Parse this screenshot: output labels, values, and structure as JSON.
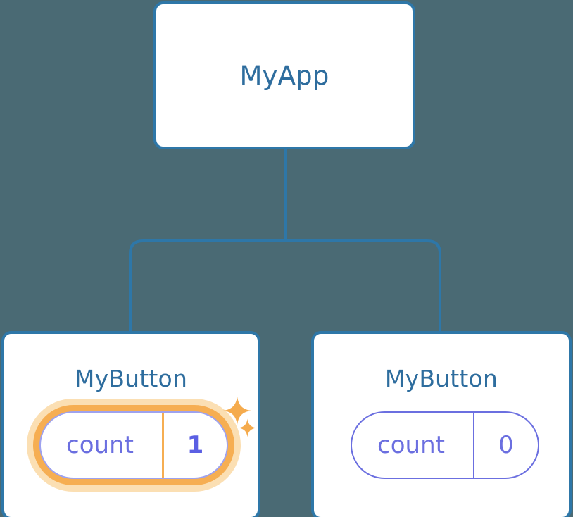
{
  "diagram": {
    "type": "component-tree",
    "background_color": "#4a6a74",
    "root": {
      "name": "root-node",
      "title": "MyApp"
    },
    "children": [
      {
        "name": "child-node-left",
        "title": "MyButton",
        "prop": {
          "key": "count",
          "value": "1"
        },
        "highlighted": true,
        "sparkles": 2
      },
      {
        "name": "child-node-right",
        "title": "MyButton",
        "prop": {
          "key": "count",
          "value": "0"
        },
        "highlighted": false,
        "sparkles": 0
      }
    ]
  },
  "colors": {
    "background": "#4a6a74",
    "card_border": "#2e77a8",
    "card_fill": "#ffffff",
    "title_text": "#2e6d9e",
    "connector": "#2e77a8",
    "prop_text": "#6b6fe0",
    "prop_value_highlight": "#5b5fe3",
    "highlight_ring": "#f6ae52",
    "highlight_halo": "#fbdfb3",
    "sparkle": "#f5ab4d"
  },
  "icons": {
    "sparkle_large": "sparkle-icon",
    "sparkle_small": "sparkle-icon"
  }
}
